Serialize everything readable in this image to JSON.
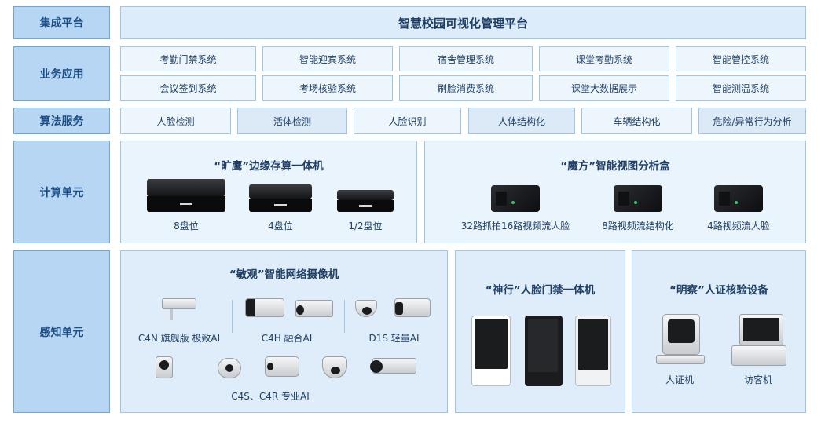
{
  "rows": {
    "integration": "集成平台",
    "business": "业务应用",
    "algorithm": "算法服务",
    "compute": "计算单元",
    "sensing": "感知单元"
  },
  "platform_title": "智慧校园可视化管理平台",
  "business_apps": [
    "考勤门禁系统",
    "智能迎宾系统",
    "宿舍管理系统",
    "课堂考勤系统",
    "智能管控系统",
    "会议签到系统",
    "考场核验系统",
    "刷脸消费系统",
    "课堂大数据展示",
    "智能测温系统"
  ],
  "algorithms": [
    "人脸检测",
    "活体检测",
    "人脸识别",
    "人体结构化",
    "车辆结构化",
    "危险/异常行为分析"
  ],
  "compute": {
    "edge_title": "“旷鹰”边缘存算一体机",
    "edge_devices": [
      "8盘位",
      "4盘位",
      "1/2盘位"
    ],
    "box_title": "“魔方”智能视图分析盒",
    "box_devices": [
      "32路抓拍16路视频流人脸",
      "8路视频流结构化",
      "4路视频流人脸"
    ]
  },
  "sensing": {
    "camera_title": "“敏观”智能网络摄像机",
    "camera_groups": [
      "C4N 旗舰版 极致AI",
      "C4H 融合AI",
      "D1S 轻量AI",
      "C4S、C4R 专业AI"
    ],
    "access_title": "“神行”人脸门禁一体机",
    "verify_title": "“明察”人证核验设备",
    "verify_devices": [
      "人证机",
      "访客机"
    ]
  }
}
